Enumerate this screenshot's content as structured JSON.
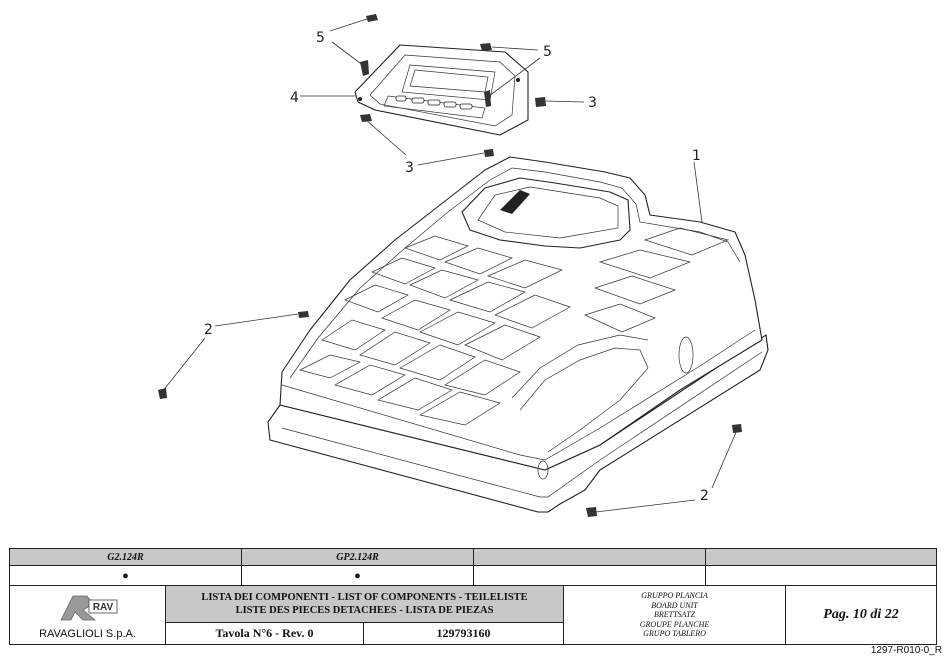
{
  "callouts": {
    "c1": "1",
    "c2a": "2",
    "c2b": "2",
    "c3a": "3",
    "c3b": "3",
    "c4": "4",
    "c5a": "5",
    "c5b": "5"
  },
  "table": {
    "models": [
      {
        "name": "G2.124R",
        "mark": "●"
      },
      {
        "name": "GP2.124R",
        "mark": "●"
      },
      {
        "name": "",
        "mark": ""
      },
      {
        "name": "",
        "mark": ""
      }
    ],
    "company": "RAVAGLIOLI S.p.A.",
    "logo_text": "RAV",
    "list_title_1": "LISTA DEI COMPONENTI - LIST OF COMPONENTS - TEILELISTE",
    "list_title_2": "LISTE DES PIECES DETACHEES - LISTA DE PIEZAS",
    "table_no": "Tavola N°6 - Rev. 0",
    "code": "129793160",
    "group_names": [
      "GRUPPO PLANCIA",
      "BOARD UNIT",
      "BRETTSATZ",
      "GROUPE PLANCHE",
      "GRUPO TABLERO"
    ],
    "page": "Pag. 10 di 22",
    "doc_ref": "1297-R010-0_R"
  }
}
